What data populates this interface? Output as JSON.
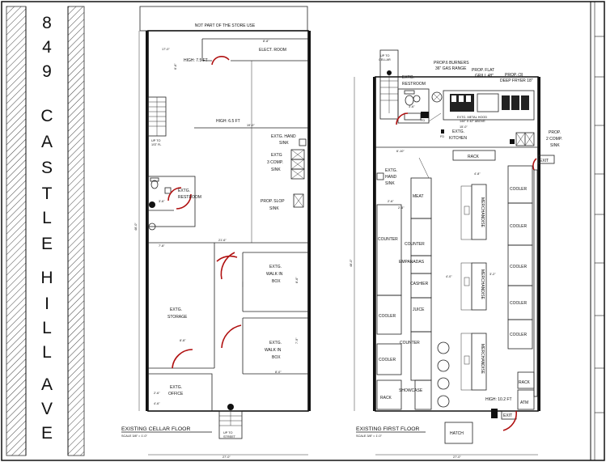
{
  "sidebar": {
    "title_chars": [
      "8",
      "4",
      "9",
      "C",
      "A",
      "S",
      "T",
      "L",
      "E",
      "H",
      "I",
      "L",
      "L",
      "A",
      "V",
      "E"
    ]
  },
  "cellar": {
    "top_note": "NOT PART OF THE STORE USE",
    "elect_room": "ELECT. ROOM",
    "height_75": "HIGH: 7.5 FT",
    "height_65": "HIGH: 6.5 FT",
    "stair_up_1": "UP TO",
    "stair_up_2": "1ST FL",
    "hand_sink_1": "EXTG. HAND",
    "hand_sink_2": "SINK",
    "comp_sink_1": "EXTG",
    "comp_sink_2": "3 COMP.",
    "comp_sink_3": "SINK",
    "restroom_1": "EXTG.",
    "restroom_2": "RESTROOM",
    "slop_sink_1": "PROP. SLOP",
    "slop_sink_2": "SINK",
    "walkin1_1": "EXTG.",
    "walkin1_2": "WALK IN",
    "walkin1_3": "BOX",
    "storage_1": "EXTG.",
    "storage_2": "STORAGE",
    "walkin2_1": "EXTG.",
    "walkin2_2": "WALK IN",
    "walkin2_3": "BOX",
    "office_1": "EXTG.",
    "office_2": "OFFICE",
    "street_1": "UP TO",
    "street_2": "STREET",
    "caption": "EXISTING CELLAR FLOOR",
    "scale": "SCALE 3/8\" = 1'-0\"",
    "dims": {
      "d1": "8'-8\"",
      "d2": "17'-0\"",
      "d3": "19'-0\"",
      "d4": "21'-6\"",
      "d5": "8'-0\"",
      "d6": "8'-8\"",
      "d7": "27'-0\"",
      "d8": "6'-6\"",
      "d9": "48'-0\"",
      "d10": "3'-6\"",
      "d11": "8'-6\"",
      "d12": "7'-9\"",
      "d13": "2'-6\"",
      "d14": "4'-6\"",
      "d15": "7'-8\""
    }
  },
  "first": {
    "cellar_1": "UP TO",
    "cellar_2": "CELLAR",
    "restroom_1": "EXTG.",
    "restroom_2": "RESTROOM",
    "burners_1": "PROP.6 BURNERS",
    "burners_2": "36\" GAS RANGE",
    "grill_1": "PROP. FLAT",
    "grill_2": "GRILL 48\"",
    "fryer_1": "PROP. (3)",
    "fryer_2": "DEEP FRYER 18\"",
    "hood_1": "EXTG. METAL HOOD",
    "hood_2": "144\" X 42\" ABOVE",
    "kitchen_1": "EXTG.",
    "kitchen_2": "KITCHEN",
    "fd": "FD",
    "comp_sink_1": "PROP.",
    "comp_sink_2": "2 COMP.",
    "comp_sink_3": "SINK",
    "rack_top": "RACK",
    "exit_top": "EXIT",
    "hand_sink_1": "EXTG.",
    "hand_sink_2": "HAND",
    "hand_sink_3": "SINK",
    "meat": "MEAT",
    "counter_left": "COUNTER",
    "counter_mid": "COUNTER",
    "empanadas": "EMPANADAS",
    "cashier": "CASHIER",
    "juice": "JUICE",
    "cooler_left1": "COOLER",
    "counter_low": "COUNTER",
    "cooler_left2": "COOLER",
    "showcase": "SHOWCASE",
    "rack_left": "RACK",
    "merch": "MERCHANDISE",
    "cooler_right": [
      "COOLER",
      "COOLER",
      "COOLER",
      "COOLER",
      "COOLER"
    ],
    "rack_right": "RACK",
    "atm": "ATM",
    "height_102": "HIGH: 10.2 FT",
    "exit_bottom": "EXIT",
    "hatch": "HATCH",
    "caption": "EXISTING FIRST FLOOR",
    "scale": "SCALE 3/8\" = 1'-0\"",
    "dims": {
      "d1": "15'-0\"",
      "d2": "6'-10\"",
      "d3": "2'-5\"",
      "d4": "3'-6\"",
      "d5": "4'-8\"",
      "d6": "2'-6\"",
      "d7": "27'-0\"",
      "d8": "48'-0\"",
      "d9": "3'-2\"",
      "d10": "4'-0\""
    }
  }
}
